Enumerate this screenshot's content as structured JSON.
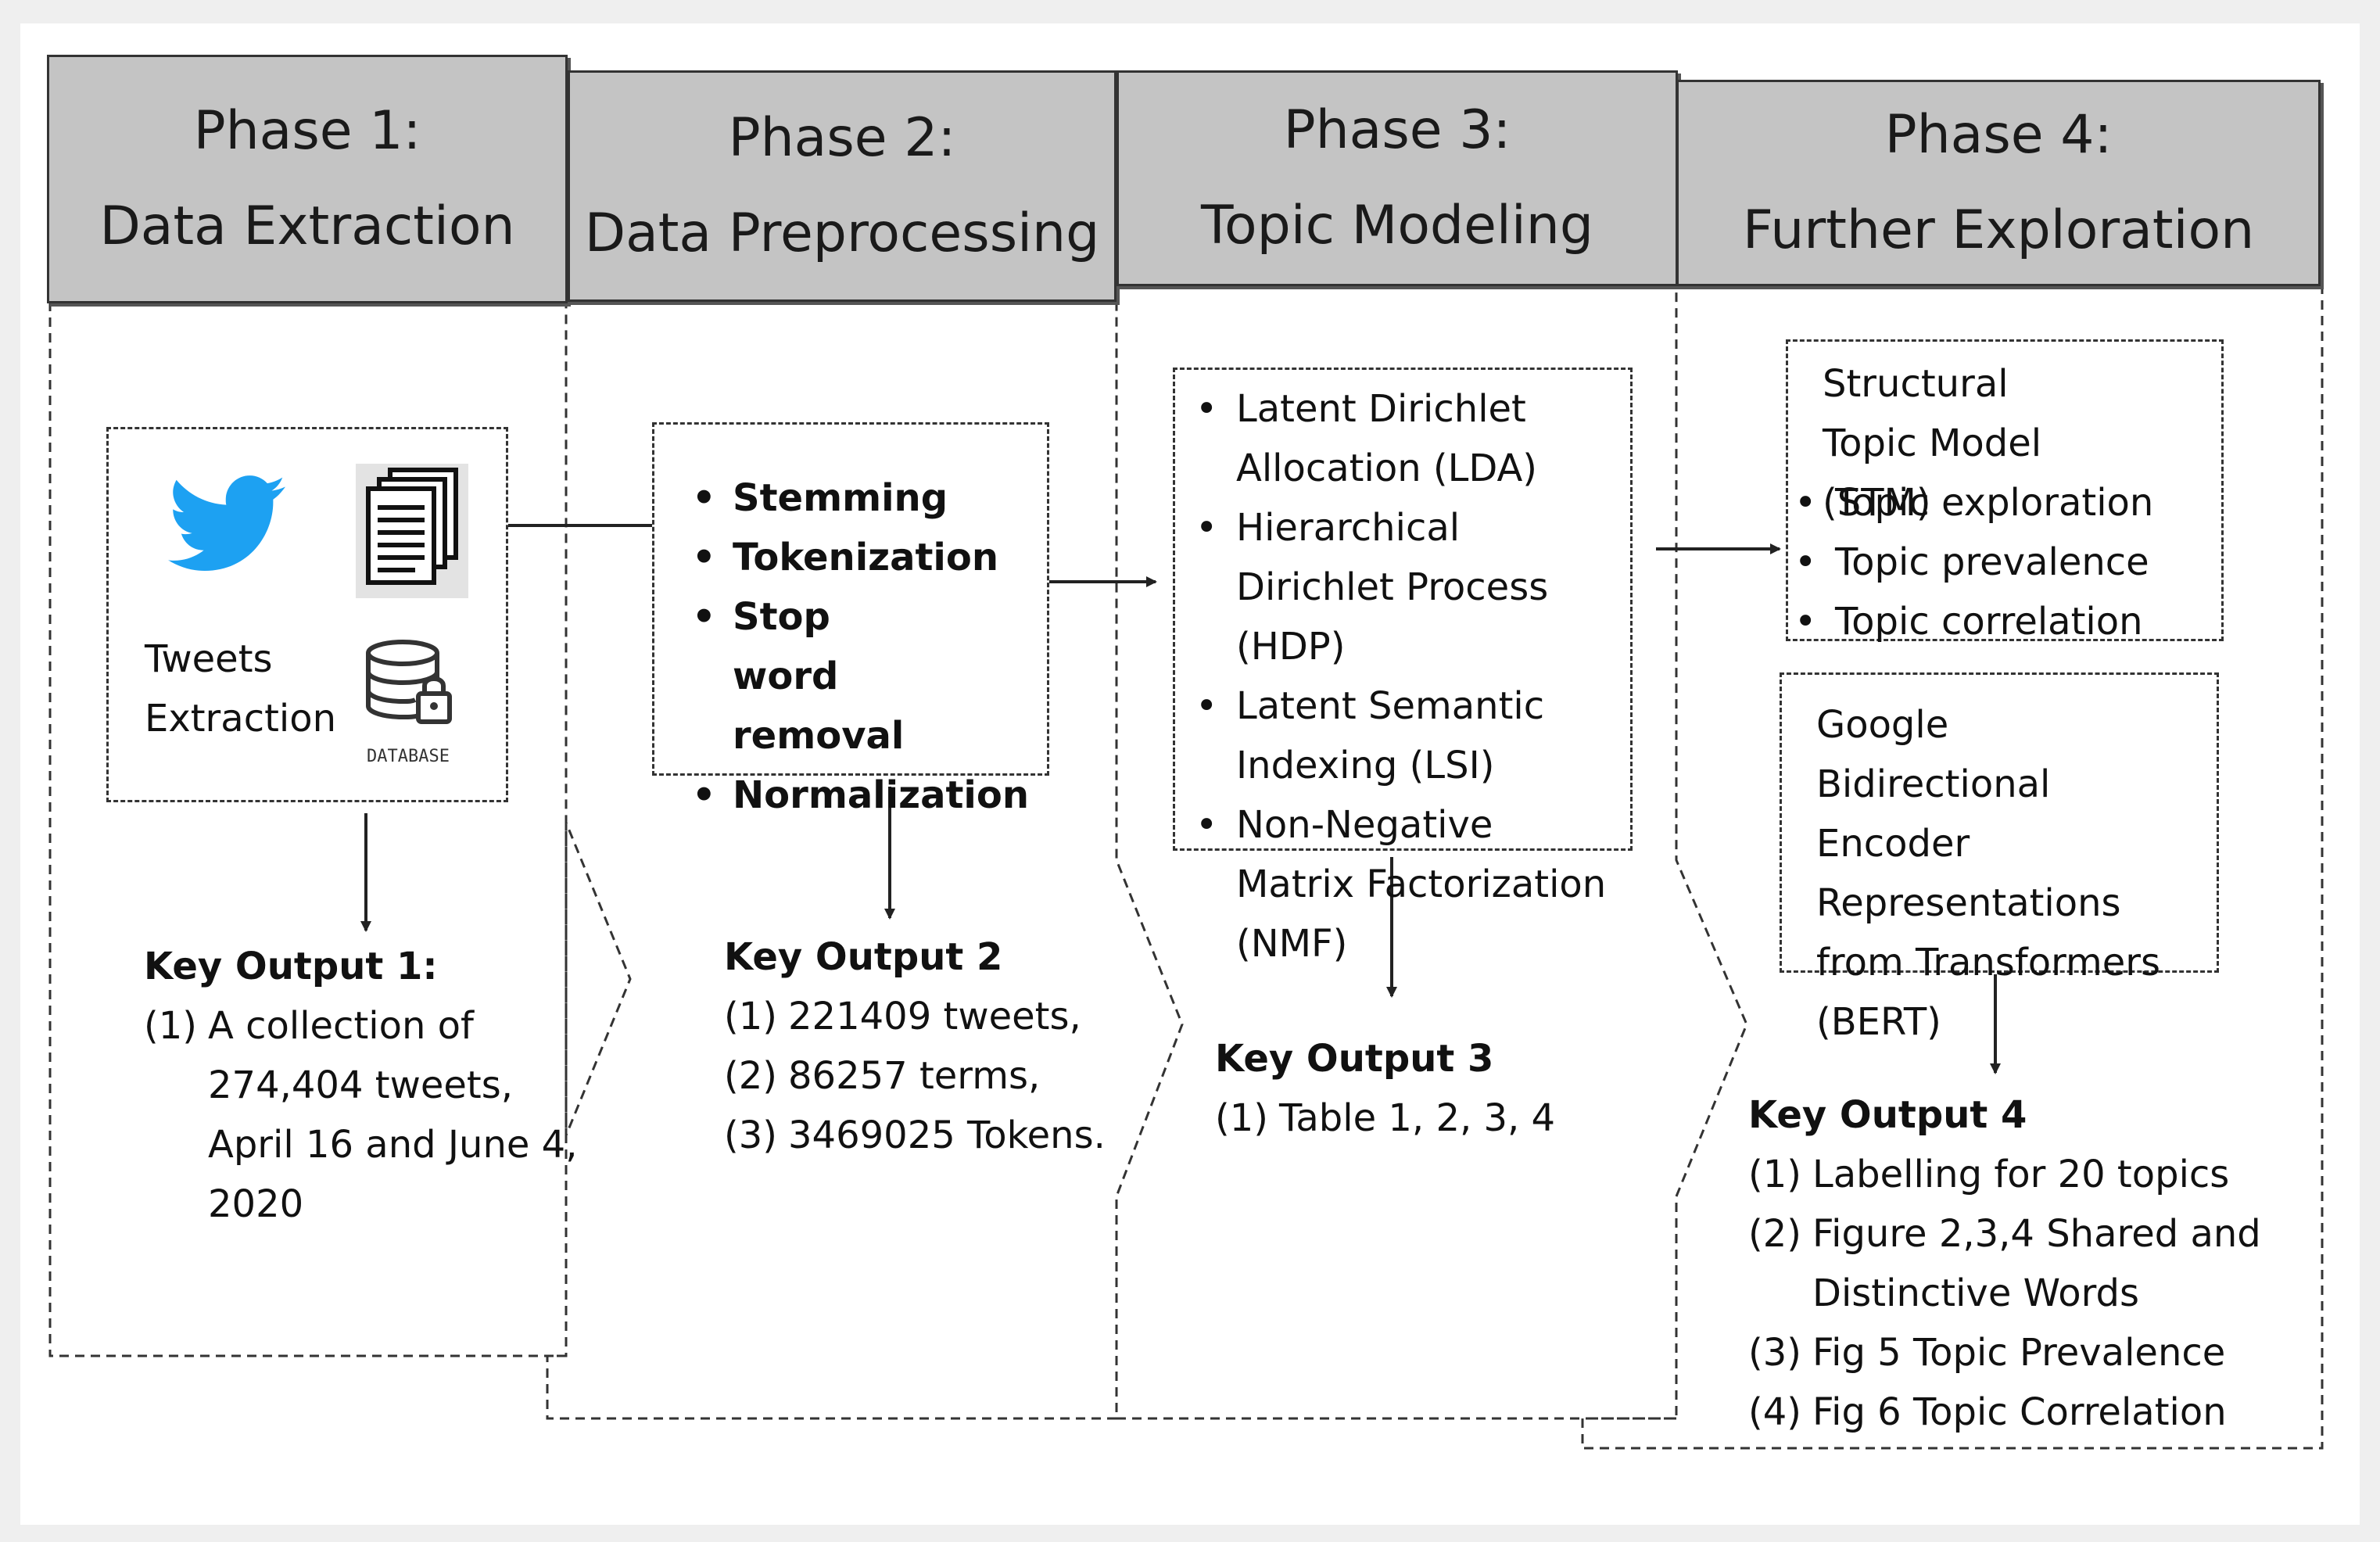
{
  "phases": [
    {
      "line1": "Phase 1:",
      "line2": "Data Extraction"
    },
    {
      "line1": "Phase 2:",
      "line2": "Data Preprocessing"
    },
    {
      "line1": "Phase 3:",
      "line2": "Topic Modeling"
    },
    {
      "line1": "Phase 4:",
      "line2": "Further Exploration"
    }
  ],
  "phase1": {
    "source_line1": "Tweets",
    "source_line2": "Extraction",
    "database_label": "DATABASE",
    "icons": [
      "twitter-bird-icon",
      "documents-icon",
      "database-lock-icon"
    ],
    "output_title": "Key Output 1:",
    "outputs": [
      {
        "num": "(1)",
        "lines": [
          "A collection of",
          "274,404 tweets,",
          "April 16 and June 4,",
          "2020"
        ]
      }
    ]
  },
  "phase2": {
    "steps": [
      "Stemming",
      "Tokenization",
      "Stop word removal",
      "Normalization"
    ],
    "output_title": "Key Output 2",
    "outputs": [
      {
        "num": "(1)",
        "text": "221409 tweets,"
      },
      {
        "num": "(2)",
        "text": "86257 terms,"
      },
      {
        "num": "(3)",
        "text": "3469025 Tokens."
      }
    ]
  },
  "phase3": {
    "methods": [
      "Latent Dirichlet Allocation (LDA)",
      "Hierarchical Dirichlet Process (HDP)",
      "Latent Semantic Indexing (LSI)",
      "Non-Negative Matrix Factorization (NMF)"
    ],
    "output_title": "Key Output 3",
    "outputs": [
      {
        "num": "(1)",
        "text": "Table 1, 2, 3, 4"
      }
    ]
  },
  "phase4": {
    "stm_title": "Structural Topic Model (STM)",
    "stm_items": [
      "Topic exploration",
      "Topic prevalence",
      "Topic correlation"
    ],
    "bert_text": "Google Bidirectional Encoder Representations from Transformers  (BERT)",
    "output_title": "Key Output 4",
    "outputs": [
      {
        "num": "(1)",
        "lines": [
          "Labelling for 20 topics"
        ]
      },
      {
        "num": "(2)",
        "lines": [
          "Figure 2,3,4 Shared and",
          "Distinctive  Words"
        ]
      },
      {
        "num": "(3)",
        "lines": [
          "Fig 5 Topic Prevalence"
        ]
      },
      {
        "num": "(4)",
        "lines": [
          "Fig 6 Topic Correlation"
        ]
      }
    ]
  },
  "colors": {
    "header_fill": "#c4c4c4",
    "twitter_blue": "#1da1f2",
    "line": "#333333"
  }
}
